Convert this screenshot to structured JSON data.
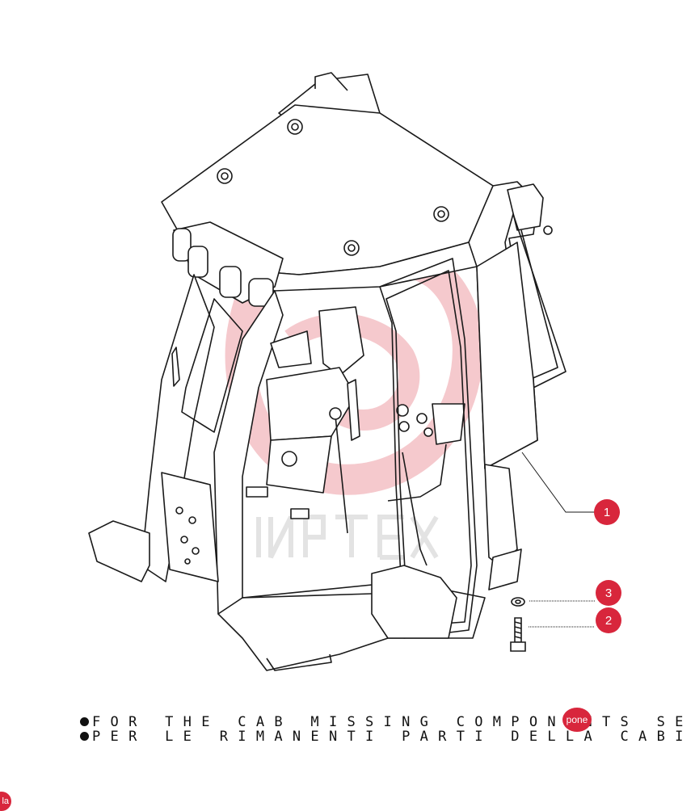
{
  "colors": {
    "callout": "#d8263c",
    "line": "#1a1a1a",
    "watermark": "#f4c4c8"
  },
  "callouts": [
    {
      "label": "1"
    },
    {
      "label": "3"
    },
    {
      "label": "2"
    }
  ],
  "notes": [
    {
      "text": "FOR THE CAB MISSING COMPONENTS SE"
    },
    {
      "text": "PER LE RIMANENTI PARTI DELLA CABI"
    }
  ],
  "inline_badge": {
    "label": "pone"
  },
  "corner_badge": {
    "label": "la"
  }
}
